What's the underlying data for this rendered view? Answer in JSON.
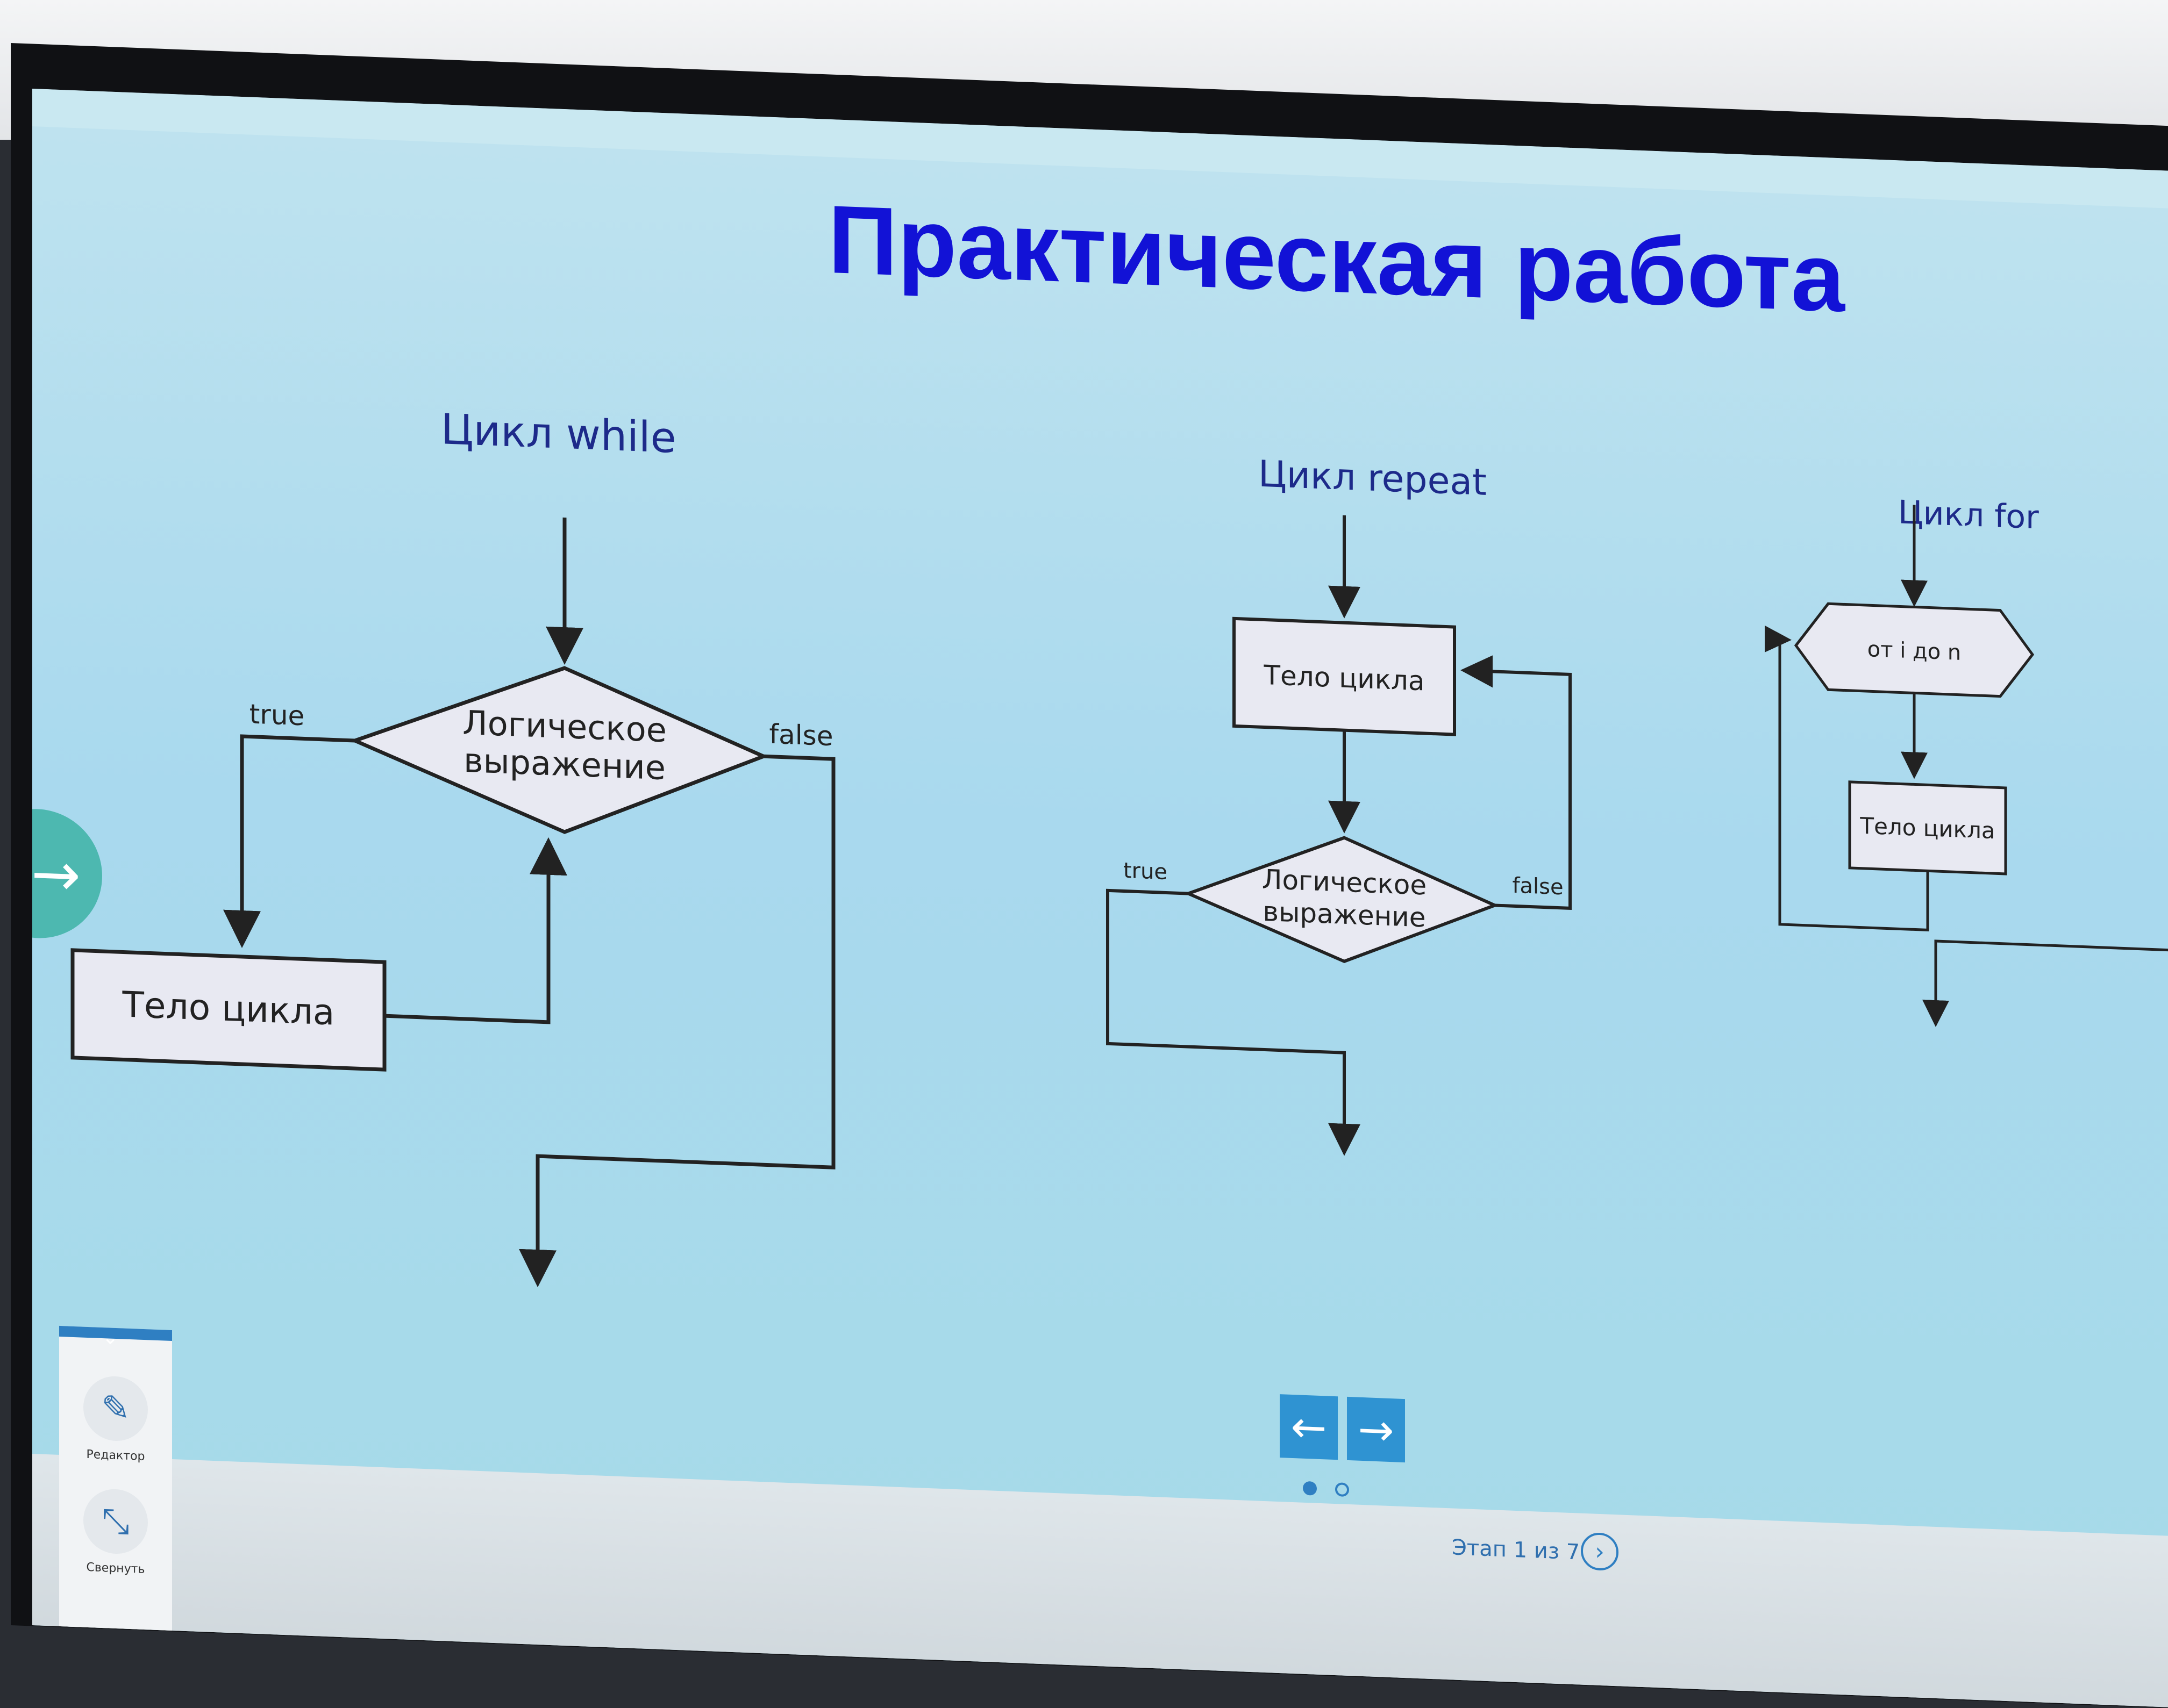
{
  "slide": {
    "title": "Практическая работа",
    "columns": [
      {
        "title": "Цикл while",
        "condition_line1": "Логическое",
        "condition_line2": "выражение",
        "body": "Тело цикла",
        "true_label": "true",
        "false_label": "false"
      },
      {
        "title": "Цикл repeat",
        "condition_line1": "Логическое",
        "condition_line2": "выражение",
        "body": "Тело цикла",
        "true_label": "true",
        "false_label": "false"
      },
      {
        "title": "Цикл for",
        "header": "от i до n",
        "body": "Тело цикла"
      }
    ]
  },
  "navigation": {
    "prev_icon": "arrow-left-icon",
    "next_icon": "arrow-right-icon",
    "side_icon": "arrow-right-icon",
    "dots_total": 2,
    "dots_active": 1,
    "stage_label": "Этап 1 из 7"
  },
  "tools": {
    "editor_label": "Редактор",
    "collapse_label": "Свернуть"
  },
  "colors": {
    "title": "#1212d6",
    "column_title": "#1d2a8a",
    "shape_fill": "#e8e9f2",
    "accent": "#2f93d2",
    "side_button": "#4db8b0"
  }
}
